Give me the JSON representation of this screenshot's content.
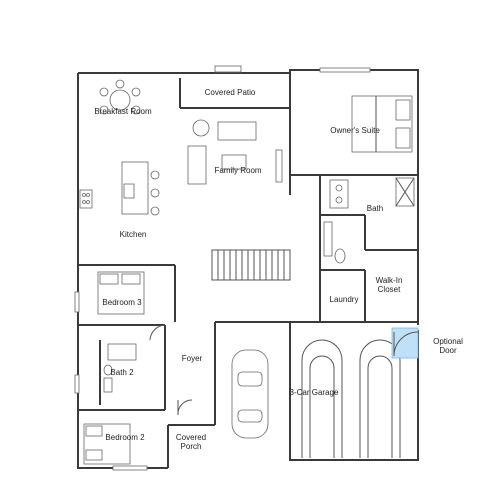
{
  "rooms": {
    "covered_patio": "Covered Patio",
    "breakfast_room": "Breakfast Room",
    "owners_suite": "Owner's Suite",
    "family_room": "Family Room",
    "bath": "Bath",
    "kitchen": "Kitchen",
    "walk_in_closet_1": "Walk-In",
    "walk_in_closet_2": "Closet",
    "bedroom_3": "Bedroom 3",
    "laundry": "Laundry",
    "optional_door_1": "Optional",
    "optional_door_2": "Door",
    "foyer": "Foyer",
    "bath_2": "Bath 2",
    "garage": "3-Car Garage",
    "bedroom_2": "Bedroom 2",
    "covered_porch_1": "Covered",
    "covered_porch_2": "Porch"
  },
  "colors": {
    "wall": "#3a3a3a",
    "optional_highlight": "#bfe0f7"
  }
}
